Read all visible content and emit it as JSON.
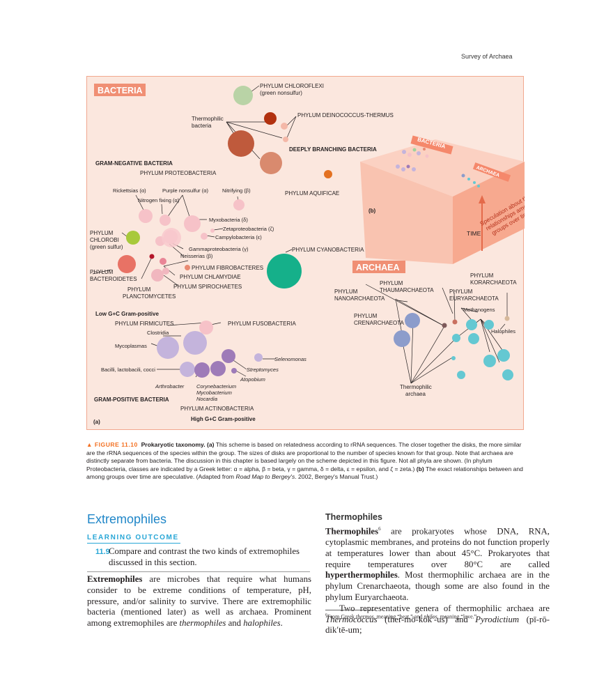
{
  "running_head": "Survey of Archaea",
  "figure": {
    "bacteria_badge": "BACTERIA",
    "archaea_badge": "ARCHAEA",
    "panel_a": "(a)",
    "panel_b": "(b)",
    "bacteria_labels": {
      "chloroflexi_1": "PHYLUM CHLOROFLEXI",
      "chloroflexi_2": "(green nonsulfur)",
      "thermophilic_1": "Thermophilic",
      "thermophilic_2": "bacteria",
      "deinococcus": "PHYLUM DEINOCOCCUS-THERMUS",
      "deeply": "DEEPLY BRANCHING BACTERIA",
      "gram_neg": "GRAM-NEGATIVE BACTERIA",
      "proteobacteria": "PHYLUM PROTEOBACTERIA",
      "rickettsias": "Rickettsias (α)",
      "purple": "Purple nonsulfur (α)",
      "nitrifying": "Nitrifying (β)",
      "nitrogen": "Nitrogen fixing (α)",
      "aquificae": "PHYLUM AQUIFICAE",
      "myxo": "Myxobacteria (δ)",
      "zeta": "Zetaproteobacteria (ζ)",
      "campylo": "Campylobacteria (ε)",
      "chlorobi_1": "PHYLUM",
      "chlorobi_2": "CHLOROBI",
      "chlorobi_3": "(green sulfur)",
      "gamma": "Gammaproteobacteria (γ)",
      "neisserias": "Neisserias (β)",
      "cyano": "PHYLUM CYANOBACTERIA",
      "bacteroidetes_1": "PHYLUM",
      "bacteroidetes_2": "BACTEROIDETES",
      "fibrobacteres": "PHYLUM FIBROBACTERES",
      "chlamydiae": "PHYLUM CHLAMYDIAE",
      "spirochaetes": "PHYLUM SPIROCHAETES",
      "planc_1": "PHYLUM",
      "planc_2": "PLANCTOMYCETES",
      "low_gc": "Low G+C Gram-positive",
      "firmicutes": "PHYLUM FIRMICUTES",
      "fusobacteria": "PHYLUM FUSOBACTERIA",
      "clostridia": "Clostridia",
      "mycoplasmas": "Mycoplasmas",
      "selenomonas": "Selenomonas",
      "bacilli": "Bacilli, lactobacili, cocci",
      "streptomyces": "Streptomyces",
      "atopobium": "Atopobium",
      "arthrobacter": "Arthrobacter",
      "coryne_1": "Corynebacterium",
      "coryne_2": "Mycobacterium",
      "coryne_3": "Nocardia",
      "gram_pos": "GRAM-POSITIVE BACTERIA",
      "actino": "PHYLUM ACTINOBACTERIA",
      "high_gc": "High G+C Gram-positive"
    },
    "archaea_labels": {
      "korarch_1": "PHYLUM",
      "korarch_2": "KORARCHAEOTA",
      "thaum_1": "PHYLUM",
      "thaum_2": "THAUMARCHAEOTA",
      "eury_1": "PHYLUM",
      "eury_2": "EURYARCHAEOTA",
      "nano_1": "PHYLUM",
      "nano_2": "NANOARCHAEOTA",
      "methanogens": "Methanogens",
      "cren_1": "PHYLUM",
      "cren_2": "CRENARCHAEOTA",
      "halophiles": "Halophiles",
      "thermo_arch_1": "Thermophilic",
      "thermo_arch_2": "archaea"
    },
    "box_labels": {
      "time": "TIME",
      "spec_1": "Speculation about the",
      "spec_2": "relationships among",
      "spec_3": "groups over time",
      "top_bacteria": "BACTERIA",
      "top_archaea": "ARCHAEA"
    }
  },
  "caption": {
    "fig_label": "▲ FIGURE 11.10",
    "title": "Prokaryotic taxonomy.",
    "a_marker": "(a)",
    "text_a": "This scheme is based on relatedness according to rRNA sequences. The closer together the disks, the more similar are the rRNA sequences of the species within the group. The sizes of disks are proportional to the number of species known for that group. Note that archaea are distinctly separate from bacteria. The discussion in this chapter is based largely on the scheme depicted in this figure. Not all phyla are shown. (In phylum Proteobacteria, classes are indicated by a Greek letter: α = alpha, β = beta, γ = gamma, δ = delta, ε = epsilon, and ζ = zeta.)",
    "b_marker": "(b)",
    "text_b": "The exact relationships between and among groups over time are speculative. (Adapted from",
    "source_italic": "Road Map to Bergey's",
    "text_end": ". 2002, Bergey's Manual Trust.)"
  },
  "section": {
    "title": "Extremophiles",
    "lo_heading": "LEARNING OUTCOME",
    "lo_number": "11.9",
    "lo_text": "Compare and contrast the two kinds of extremophiles discussed in this section.",
    "para_term": "Extremophiles",
    "para_text": " are microbes that require what humans consider to be extreme conditions of temperature, pH, pressure, and/or salinity to survive. There are extremophilic bacteria (mentioned later) as well as archaea. Prominent among extremophiles are ",
    "para_it1": "thermophiles",
    "para_and": " and ",
    "para_it2": "halophiles",
    "para_end": "."
  },
  "thermophiles": {
    "heading": "Thermophiles",
    "term": "Thermophiles",
    "sup": "6",
    "text1": " are prokaryotes whose DNA, RNA, cytoplasmic membranes, and proteins do not function properly at temperatures lower than about 45°C. Prokaryotes that require temperatures over 80°C are called ",
    "hyper": "hyperthermophiles",
    "text2": ". Most thermophilic archaea are in the phylum Crenarchaeota, though some are also found in the phylum Euryarchaeota.",
    "p2_text": "Two representative genera of thermophilic archaea are ",
    "genus1": "Thermococcus",
    "pron1": " (ther-mō-kok′-us) and ",
    "genus2": "Pyrodictium",
    "pron2": " (pī-rō-dik′tē-um;"
  },
  "footnote": {
    "sup": "6",
    "t1": "From Greek ",
    "w1": "thermos",
    "t2": ", meaning “heat,” and ",
    "w2": "philos",
    "t3": ", meaning “love.”"
  },
  "colors": {
    "bacteria_badge": "#f08f74",
    "archaea_badge": "#f08f74",
    "caption_figure": "#f37021",
    "section_title": "#1f86c8",
    "learning_outcome": "#27a6d6"
  }
}
